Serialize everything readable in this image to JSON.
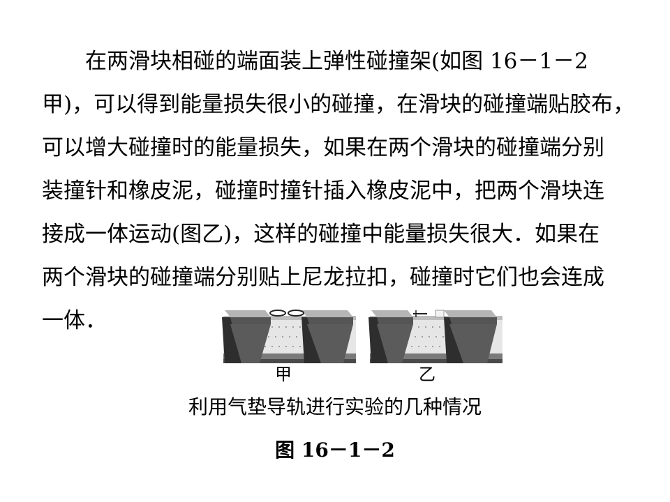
{
  "paragraph": {
    "lines": [
      "　　在两滑块相碰的端面装上弹性碰撞架(如图  16－1－2",
      "甲)，可以得到能量损失很小的碰撞，在滑块的碰撞端贴胶布，",
      "可以增大碰撞时的能量损失，如果在两个滑块的碰撞端分别",
      "装撞针和橡皮泥，碰撞时撞针插入橡皮泥中，把两个滑块连",
      "接成一体运动(图乙)，这样的碰撞中能量损失很大．如果在",
      "两个滑块的碰撞端分别贴上尼龙拉扣，碰撞时它们也会连成",
      "一体．"
    ]
  },
  "figure": {
    "label_left": "甲",
    "label_right": "乙",
    "caption": "利用气垫导轨进行实验的几种情况",
    "number": "图 16－1－2"
  },
  "colors": {
    "track_dark": "#3a3a3a",
    "track_light": "#d8d8d8",
    "block_top": "#9a9a9a",
    "block_dark": "#2a2a2a"
  }
}
